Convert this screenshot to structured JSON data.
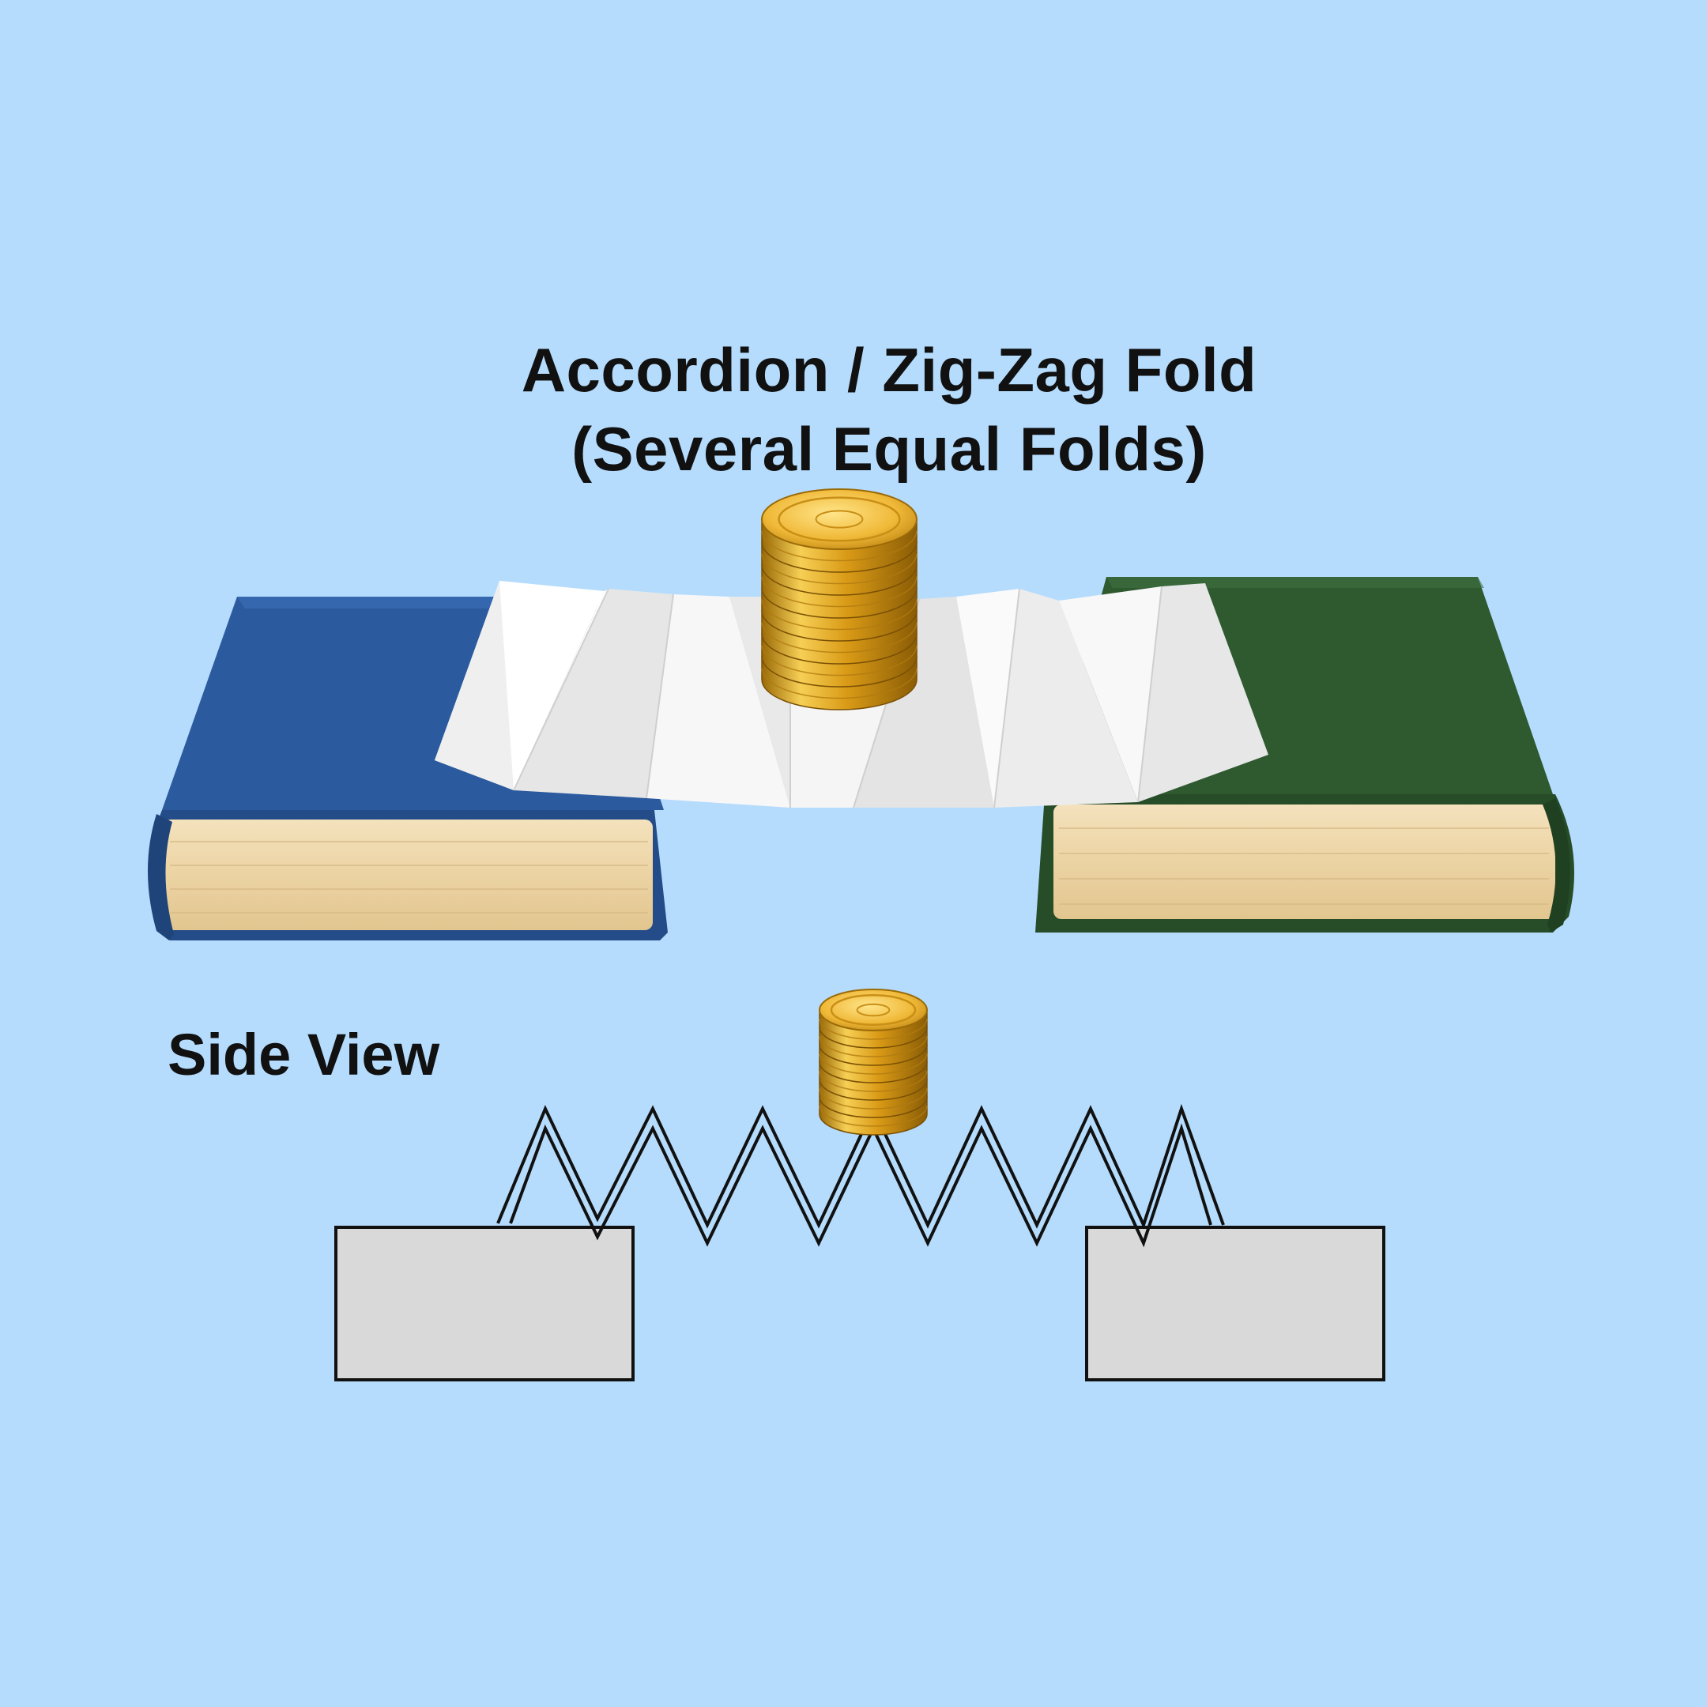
{
  "title": {
    "line1": "Accordion / Zig-Zag Fold",
    "line2": "(Several Equal Folds)"
  },
  "side_view": {
    "label": "Side View"
  },
  "colors": {
    "background": "#b5dcfd",
    "blue_book": "#2b5a9e",
    "green_book": "#2f5a30",
    "pages": "#efd9ae",
    "paper": "#f3f3f3",
    "coin": "#e2a51e",
    "block_fill": "#d9d9d9",
    "outline": "#111111"
  },
  "photo": {
    "coin_count": 7
  },
  "diagram": {
    "coin_count": 6
  }
}
